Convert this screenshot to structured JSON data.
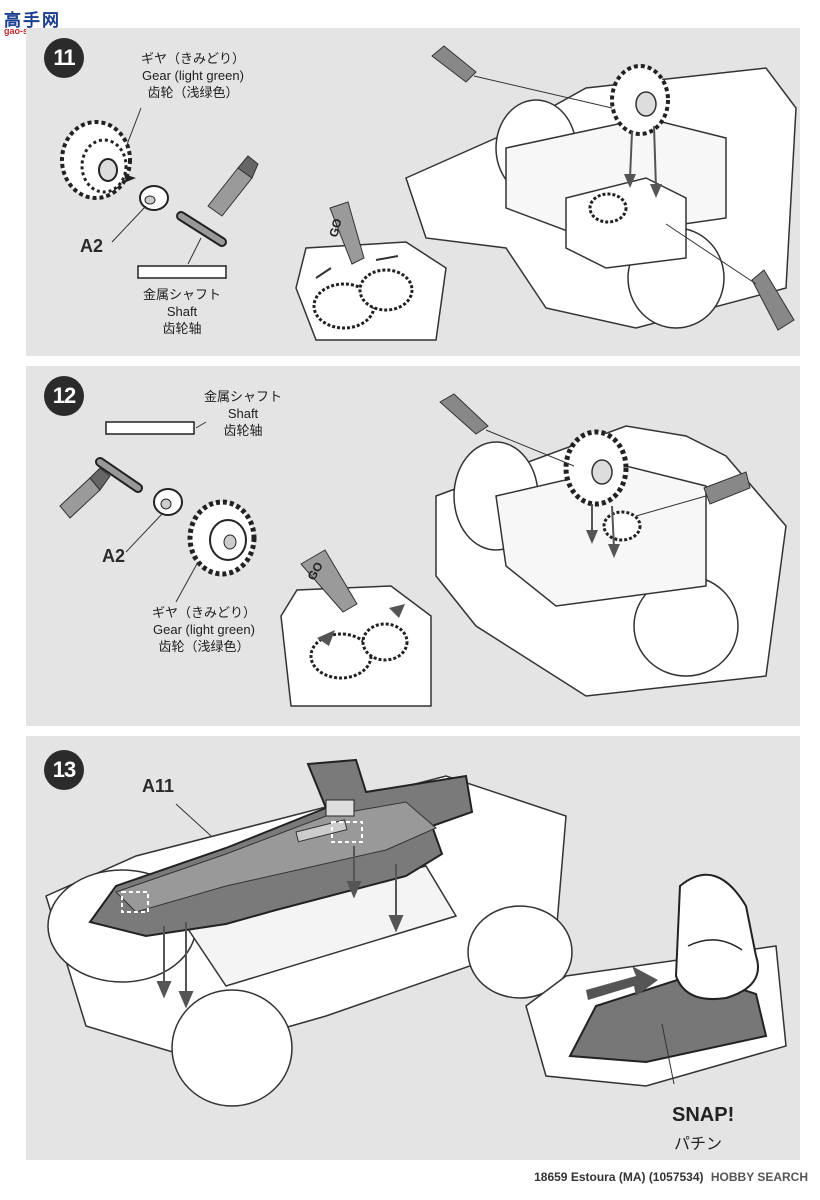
{
  "watermark": {
    "cn": "高手网",
    "url": "gao-shou.com"
  },
  "steps": [
    {
      "number": "11",
      "gear_label": [
        "ギヤ（きみどり）",
        "Gear (light green)",
        "齿轮（浅绿色）"
      ],
      "part_label": "A2",
      "shaft_label": [
        "金属シャフト",
        "Shaft",
        "齿轮轴"
      ]
    },
    {
      "number": "12",
      "shaft_label": [
        "金属シャフト",
        "Shaft",
        "齿轮轴"
      ],
      "part_label": "A2",
      "gear_label": [
        "ギヤ（きみどり）",
        "Gear (light green)",
        "齿轮（浅绿色）"
      ]
    },
    {
      "number": "13",
      "part_label": "A11",
      "snap_label": "SNAP!",
      "snap_jp": "パチン"
    }
  ],
  "footer": {
    "code": "18659 Estoura (MA) (1057534)",
    "watermark": "HOBBY SEARCH"
  }
}
